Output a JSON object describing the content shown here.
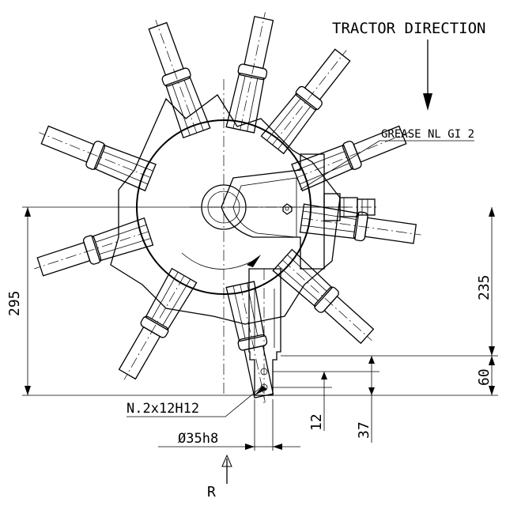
{
  "labels": {
    "tractor_direction": "TRACTOR DIRECTION",
    "grease": "GREASE NL GI 2",
    "bolt_spec": "N.2x12H12",
    "shaft_dia": "Ø35h8",
    "view_letter": "R"
  },
  "dimensions": {
    "d295": "295",
    "d235": "235",
    "d60": "60",
    "d12": "12",
    "d37": "37"
  },
  "tines": [
    {
      "angle": 78
    },
    {
      "angle": 110
    },
    {
      "angle": 158
    },
    {
      "angle": 198
    },
    {
      "angle": 240
    },
    {
      "angle": 282
    },
    {
      "angle": 318
    },
    {
      "angle": 352
    },
    {
      "angle": 22
    },
    {
      "angle": 52
    }
  ]
}
